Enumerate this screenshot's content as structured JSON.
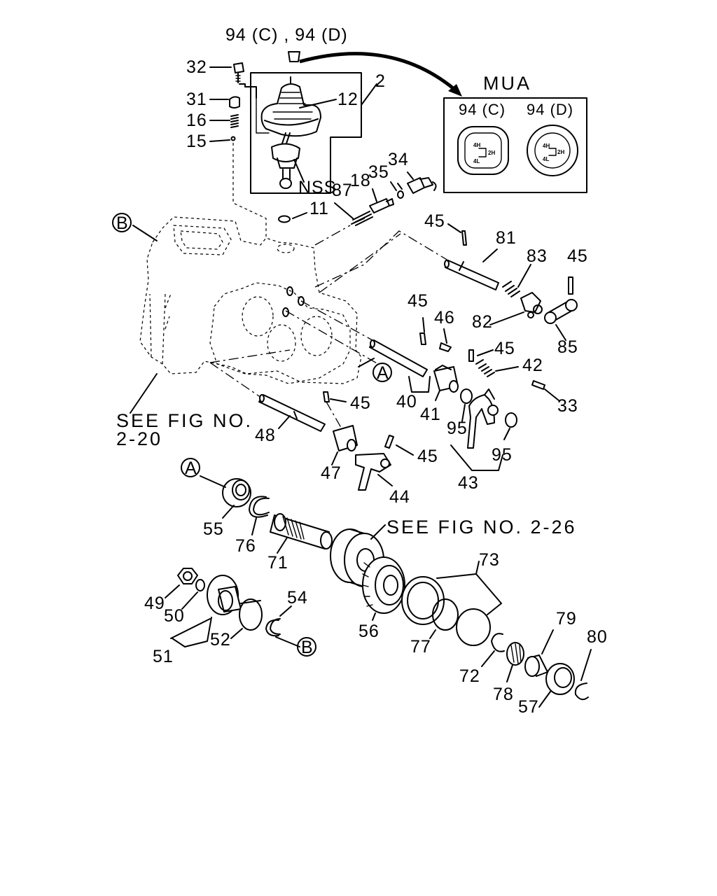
{
  "labels": {
    "l94": "94 (C) , 94 (D)",
    "l32": "32",
    "l31": "31",
    "l16": "16",
    "l15": "15",
    "l12": "12",
    "l2": "2",
    "nss": "NSS",
    "l35": "35",
    "l34": "34",
    "l18": "18",
    "l87": "87",
    "l11": "11",
    "l45a": "45",
    "l81": "81",
    "l83": "83",
    "l45b": "45",
    "l82": "82",
    "l85": "85",
    "l45c": "45",
    "l46": "46",
    "l45d": "45",
    "l42": "42",
    "l33": "33",
    "l40": "40",
    "l41": "41",
    "l95a": "95",
    "l95b": "95",
    "l43": "43",
    "l45e": "45",
    "l48": "48",
    "l47": "47",
    "l45f": "45",
    "l44": "44",
    "l55": "55",
    "l76": "76",
    "l71": "71",
    "l73": "73",
    "l49": "49",
    "l50": "50",
    "l54": "54",
    "l52": "52",
    "l51": "51",
    "l56": "56",
    "l77": "77",
    "l72": "72",
    "l78": "78",
    "l79": "79",
    "l80": "80",
    "l57": "57"
  },
  "refs": {
    "seeFig220a": "SEE FIG NO.",
    "seeFig220b": "2-20",
    "seeFig226": "SEE FIG NO. 2-26"
  },
  "markers": {
    "A1": "A",
    "A2": "A",
    "B1": "B",
    "B2": "B"
  },
  "mua": {
    "title": "MUA",
    "cLabel": "94 (C)",
    "dLabel": "94 (D)",
    "knobC": {
      "g4h": "4H",
      "g2h": "2H",
      "g4l": "4L"
    },
    "knobD": {
      "g4h": "4H",
      "g2h": "2H",
      "g4l": "4L"
    }
  }
}
